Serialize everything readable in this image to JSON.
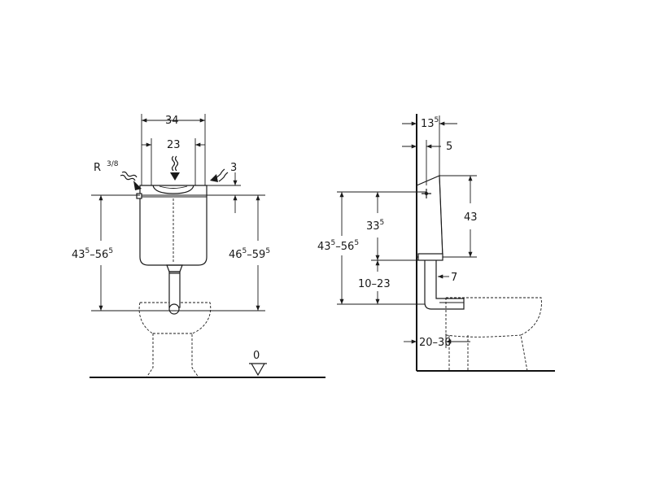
{
  "front_view": {
    "dim_width_outer": "34",
    "dim_width_inner": "23",
    "dim_lid_offset": "3",
    "dim_connection": {
      "base": "R",
      "sup": "3/8"
    },
    "dim_left_height": {
      "p1": "43",
      "s1": "5",
      "mid": "–56",
      "s2": "5"
    },
    "dim_right_height": {
      "p1": "46",
      "s1": "5",
      "mid": "–59",
      "s2": "5"
    },
    "floor_level": "0"
  },
  "side_view": {
    "dim_top_depth": {
      "base": "13",
      "sup": "5"
    },
    "dim_top_small": "5",
    "dim_tank_height": "43",
    "dim_mid_height": {
      "base": "33",
      "sup": "5"
    },
    "dim_left_height": {
      "p1": "43",
      "s1": "5",
      "mid": "–56",
      "s2": "5"
    },
    "dim_pipe_height": "10–23",
    "dim_pipe_offset": "7",
    "dim_wall_distance": "20–30"
  }
}
